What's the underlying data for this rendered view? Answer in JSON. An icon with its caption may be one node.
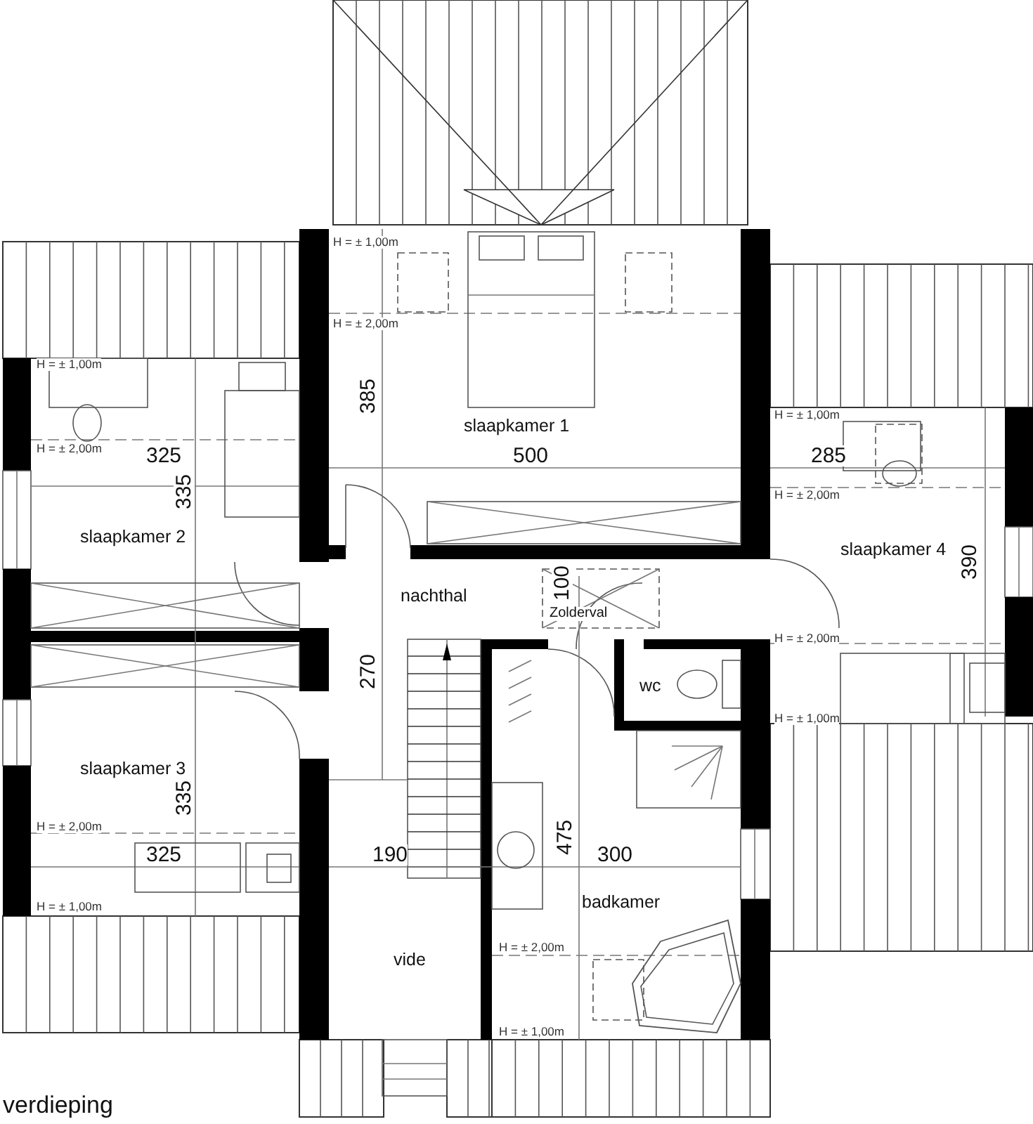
{
  "diagram": {
    "caption": "verdieping",
    "labels": [
      "H = ± 1,00m",
      "H = ± 2,00m",
      "H = ± 1,00m",
      "slaapkamer 1",
      "H = ± 1,00m",
      "385",
      "H = ± 2,00m",
      "325",
      "500",
      "285",
      "H = ± 2,00m",
      "335",
      "slaapkamer 2",
      "slaapkamer 4",
      "390",
      "100",
      "nachthal",
      "Zolderval",
      "H = ± 2,00m",
      "270",
      "wc",
      "H = ± 1,00m",
      "slaapkamer 3",
      "335",
      "H = ± 2,00m",
      "325",
      "190",
      "475",
      "300",
      "H = ± 1,00m",
      "badkamer",
      "vide",
      "H = ± 2,00m",
      "H = ± 1,00m"
    ]
  }
}
